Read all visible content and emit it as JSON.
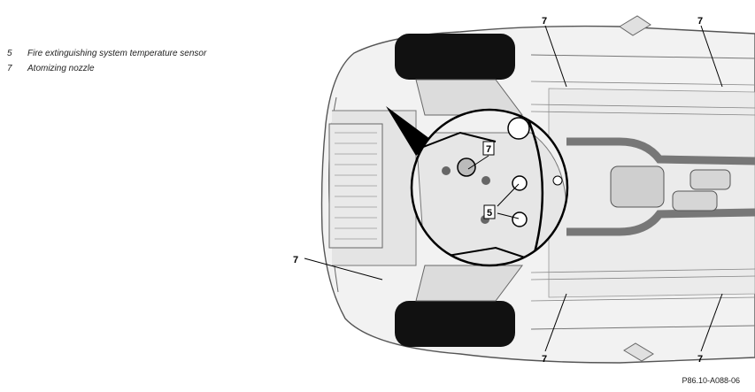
{
  "legend": {
    "items": [
      {
        "number": "5",
        "label": "Fire extinguishing system temperature sensor"
      },
      {
        "number": "7",
        "label": "Atomizing nozzle"
      }
    ]
  },
  "callouts": {
    "top_left": "7",
    "top_right": "7",
    "left": "7",
    "bottom_left": "7",
    "bottom_right": "7",
    "detail_nozzle": "7",
    "detail_sensor": "5"
  },
  "figure_ref": "P86.10-A088-06"
}
